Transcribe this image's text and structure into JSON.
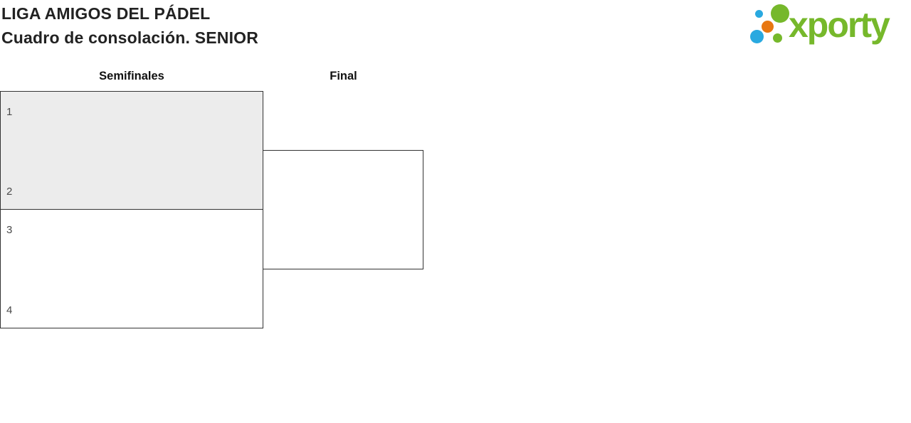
{
  "page": {
    "title_line1": "LIGA AMIGOS DEL PÁDEL",
    "title_line2": "Cuadro de consolación. SENIOR"
  },
  "logo": {
    "text": "xporty",
    "colors": {
      "green": "#76B82B",
      "blue": "#29A9E0",
      "orange": "#E87711"
    }
  },
  "bracket": {
    "round_headers": [
      {
        "label": "Semifinales"
      },
      {
        "label": "Final"
      }
    ],
    "semifinals": [
      {
        "seeds": [
          "1",
          "2"
        ],
        "highlighted": true
      },
      {
        "seeds": [
          "3",
          "4"
        ],
        "highlighted": false
      }
    ],
    "final": {
      "seeds": []
    },
    "colors": {
      "box_border": "#333333",
      "highlight_bg": "#ECECEC"
    }
  }
}
